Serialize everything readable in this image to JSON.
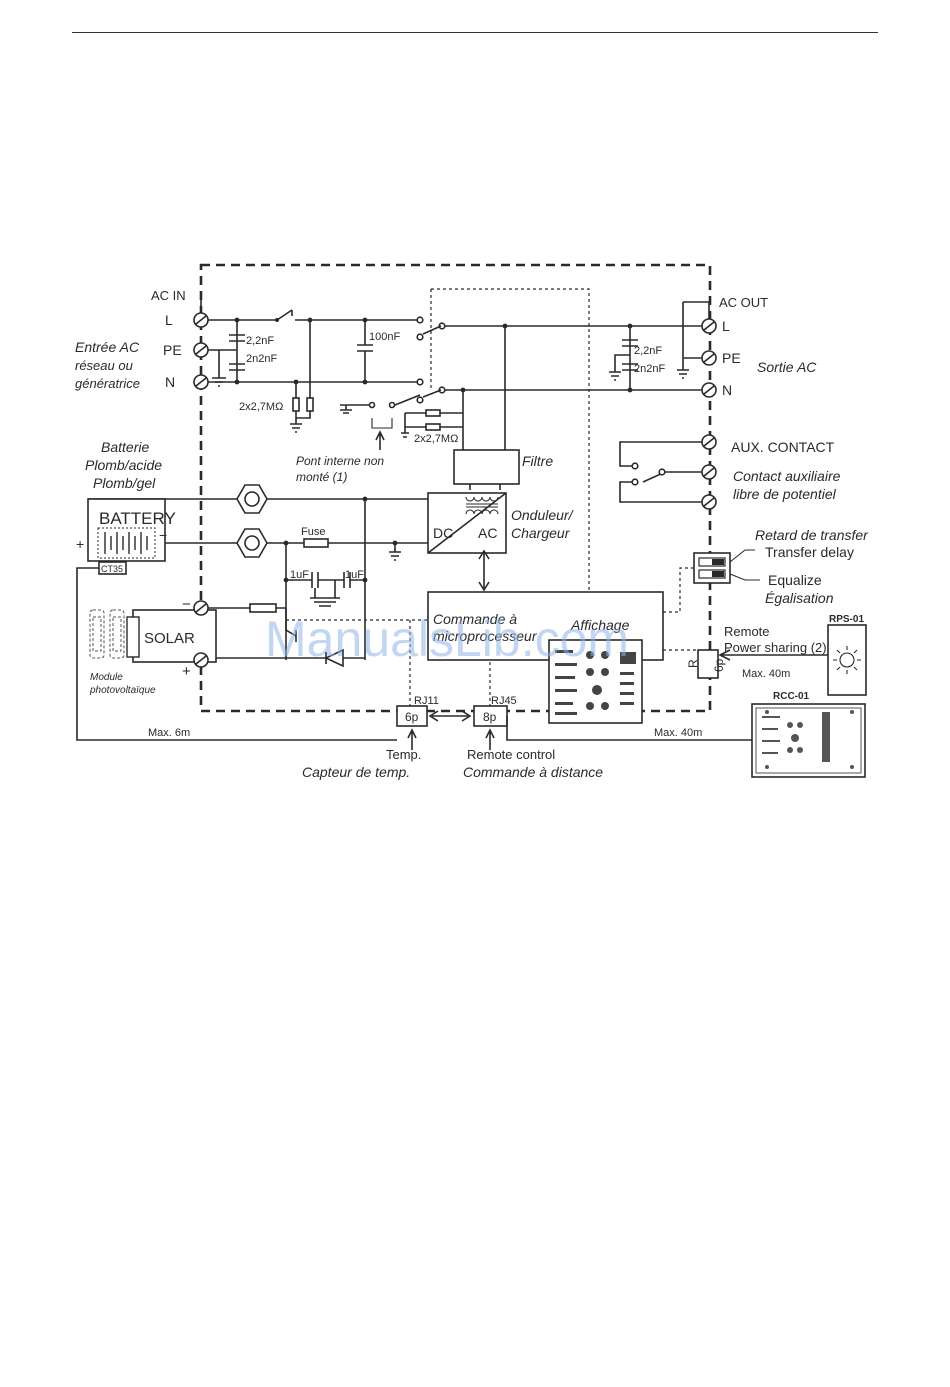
{
  "ac_in": {
    "title": "AC IN",
    "L": "L",
    "PE": "PE",
    "N": "N",
    "desc_line1": "Entrée AC",
    "desc_line2": "réseau ou",
    "desc_line3": "génératrice",
    "cap1": "2,2nF",
    "cap2": "2n2nF",
    "cap_100n": "100nF",
    "res": "2x2,7MΩ"
  },
  "ac_out": {
    "title": "AC OUT",
    "L": "L",
    "PE": "PE",
    "N": "N",
    "desc": "Sortie AC",
    "cap1": "2,2nF",
    "cap2": "2n2nF",
    "res": "2x2,7MΩ"
  },
  "bridge": {
    "line1": "Pont interne non",
    "line2": "monté (1)"
  },
  "aux": {
    "title": "AUX. CONTACT",
    "desc_line1": "Contact auxiliaire",
    "desc_line2": "libre de potentiel"
  },
  "battery": {
    "desc_line1": "Batterie",
    "desc_line2": "Plomb/acide",
    "desc_line3": "Plomb/gel",
    "label": "BATTERY",
    "plus": "+",
    "minus": "−",
    "sensor": "CT35",
    "fuse": "Fuse",
    "cap_a": "1uF",
    "cap_b": "1uF"
  },
  "solar": {
    "label": "SOLAR",
    "minus": "−",
    "plus": "+",
    "module_line1": "Module",
    "module_line2": "photovoltaïque"
  },
  "converter": {
    "dc": "DC",
    "ac": "AC",
    "desc_line1": "Onduleur/",
    "desc_line2": "Chargeur",
    "filter": "Filtre"
  },
  "control": {
    "line1": "Commande à",
    "line2": "microprocesseur",
    "display": "Affichage"
  },
  "switches": {
    "retard": "Retard de transfer",
    "transfer": "Transfer delay",
    "equalize": "Equalize",
    "egalisation": "Égalisation"
  },
  "remote_ps": {
    "line1": "Remote",
    "line2": "Power sharing (2)",
    "max": "Max. 40m",
    "connector": "6p",
    "r_label": "R",
    "device": "RPS-01"
  },
  "connectors": {
    "rj11": "RJ11",
    "rj45": "RJ45",
    "p6": "6p",
    "p8": "8p",
    "max_6m": "Max. 6m",
    "max_40m": "Max. 40m",
    "temp": "Temp.",
    "temp_fr": "Capteur de temp.",
    "remote": "Remote control",
    "remote_fr": "Commande à distance",
    "rcc": "RCC-01"
  },
  "watermark": "ManualsLib.com"
}
